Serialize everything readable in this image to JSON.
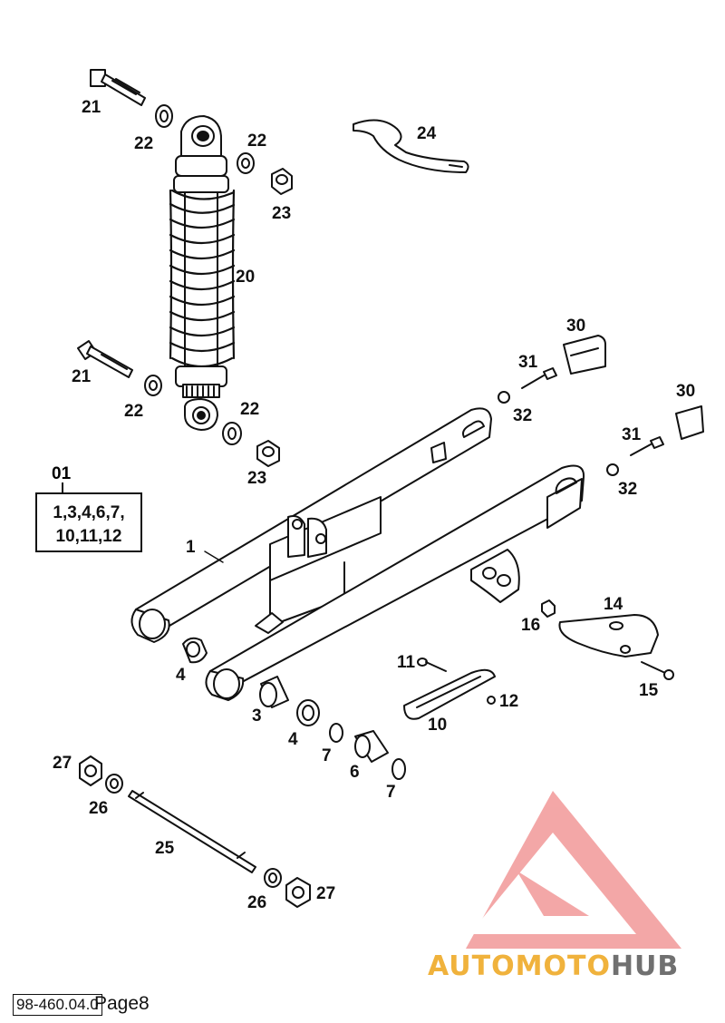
{
  "diagram": {
    "parts": {
      "p1": "1",
      "p3": "3",
      "p4a": "4",
      "p4b": "4",
      "p6": "6",
      "p7a": "7",
      "p7b": "7",
      "p10": "10",
      "p11": "11",
      "p12": "12",
      "p14": "14",
      "p15": "15",
      "p16": "16",
      "p20": "20",
      "p21a": "21",
      "p21b": "21",
      "p22a": "22",
      "p22b": "22",
      "p22c": "22",
      "p22d": "22",
      "p23a": "23",
      "p23b": "23",
      "p24": "24",
      "p25": "25",
      "p26a": "26",
      "p26b": "26",
      "p27a": "27",
      "p27b": "27",
      "p30a": "30",
      "p30b": "30",
      "p31a": "31",
      "p31b": "31",
      "p32a": "32",
      "p32b": "32"
    },
    "kit": {
      "title": "01",
      "line1": "1,3,4,6,7,",
      "line2": "10,11,12"
    }
  },
  "watermark": {
    "brand_part1": "AUTO",
    "brand_part2": "MOTO",
    "brand_part3": "HUB",
    "colors": {
      "orange": "#f0b23c",
      "grey": "#707070",
      "triangle": "#f08a8a"
    }
  },
  "footer": {
    "code": "98-460.04.0",
    "page": "Page8"
  }
}
